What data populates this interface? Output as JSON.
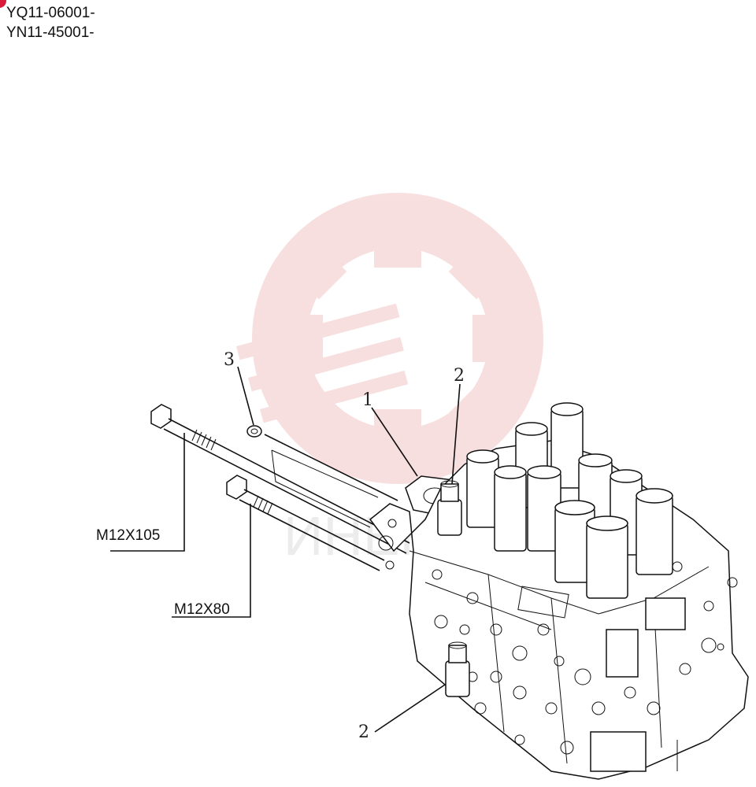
{
  "serials": [
    "YQ11-06001-",
    "YN11-45001-"
  ],
  "callouts": {
    "part1": "1",
    "part2_top": "2",
    "part2_bottom": "2",
    "part3": "3"
  },
  "bolts": {
    "long": "M12X105",
    "short": "M12X80"
  },
  "watermark_text": "ИНЕК",
  "colors": {
    "marker": "#d81b3a",
    "watermark": "#f3c6c6"
  }
}
